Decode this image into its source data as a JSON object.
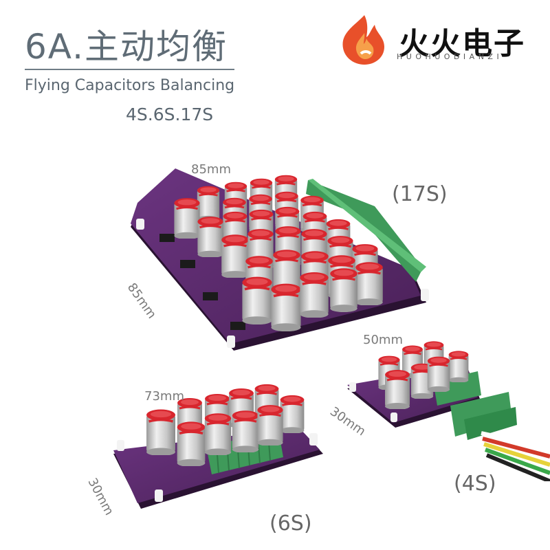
{
  "header": {
    "title": "6A.主动均衡",
    "subtitle": "Flying Capacitors Balancing",
    "series": "4S.6S.17S"
  },
  "brand": {
    "name_cn": "火火电子",
    "name_en": "HUOHUODIANZI",
    "colors": {
      "flame_outer": "#e8502a",
      "flame_inner": "#f6a04a"
    }
  },
  "boards": {
    "b17s": {
      "label": "(17S)",
      "width_dim": "85mm",
      "height_dim": "85mm"
    },
    "b6s": {
      "label": "(6S)",
      "width_dim": "73mm",
      "height_dim": "30mm"
    },
    "b4s": {
      "label": "(4S)",
      "width_dim": "50mm",
      "height_dim": "30mm"
    }
  },
  "colors": {
    "pcb": "#5b2a6e",
    "terminal": "#3f9a5a",
    "cap_top": "#d8262e",
    "cap_body": "#c9c9c9"
  },
  "wires": [
    "#ffffff",
    "#d23a2a",
    "#e6d23a",
    "#3aa84a",
    "#222222"
  ]
}
